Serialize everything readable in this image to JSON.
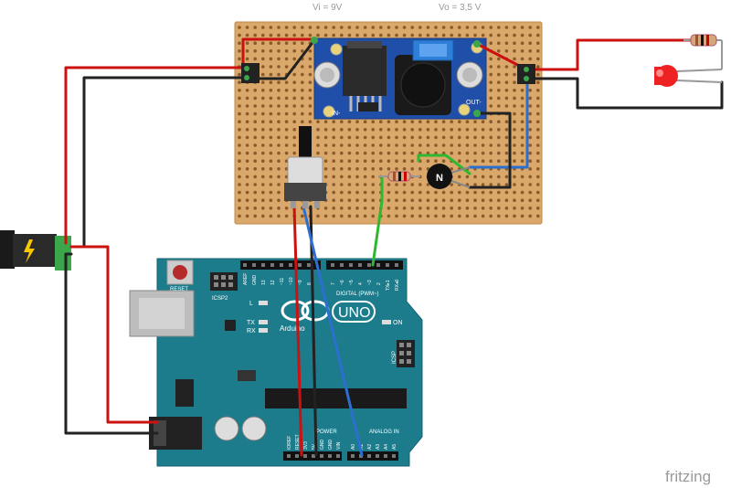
{
  "labels": {
    "vi": "Vi = 9V",
    "vo": "Vo = 3,5 V",
    "in_minus": "IN-",
    "out_minus": "OUT-",
    "transistor": "N",
    "watermark": "fritzing"
  },
  "arduino": {
    "brand": "Arduino",
    "model": "UNO",
    "reset": "RESET",
    "icsp2": "ICSP2",
    "icsp": "ICSP",
    "digital": "DIGITAL (PWM~)",
    "power": "POWER",
    "analog_in": "ANALOG IN",
    "on": "ON",
    "led_l": "L",
    "led_tx": "TX",
    "led_rx": "RX",
    "txrx_pin": "TX▸1",
    "rxrx_pin": "RX◂0",
    "top_pins": [
      "AREF",
      "GND",
      "13",
      "12",
      "~11",
      "~10",
      "~9",
      "8",
      "7",
      "~6",
      "~5",
      "4",
      "~3",
      "2"
    ],
    "power_pins": [
      "IOREF",
      "RESET",
      "3V3",
      "5V",
      "GND",
      "GND",
      "VIN"
    ],
    "analog_pins": [
      "A0",
      "A1",
      "A2",
      "A3",
      "A4",
      "A5"
    ]
  },
  "colors": {
    "stripboard": "#d9a86a",
    "buck_board": "#1f4fa8",
    "arduino_board": "#1c7c8c",
    "wire_red": "#cc1111",
    "wire_black": "#222222",
    "wire_blue": "#2c6fd0",
    "wire_green": "#2fb82f",
    "led_red": "#ee2222"
  },
  "icons": [
    "dc-barrel-jack-icon",
    "lightning-icon",
    "potentiometer-icon",
    "led-icon",
    "resistor-icon",
    "transistor-icon",
    "inductor-icon",
    "capacitor-icon",
    "usb-port-icon"
  ]
}
